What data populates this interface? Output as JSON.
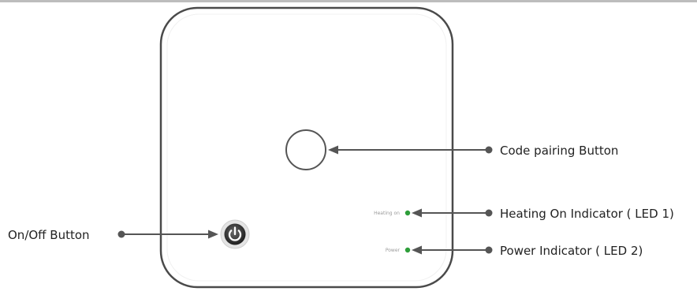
{
  "device": {
    "heating_led_text": "Heating on",
    "power_led_text": "Power"
  },
  "callouts": {
    "code_pairing": "Code pairing Button",
    "heating_indicator": "Heating On Indicator ( LED 1)",
    "power_indicator": "Power Indicator ( LED 2)",
    "on_off": "On/Off Button"
  },
  "colors": {
    "led": "#2e9e3a",
    "leader": "#555555",
    "device_outline": "#4a4a4a"
  },
  "icons": {
    "power_button": "power-icon"
  }
}
